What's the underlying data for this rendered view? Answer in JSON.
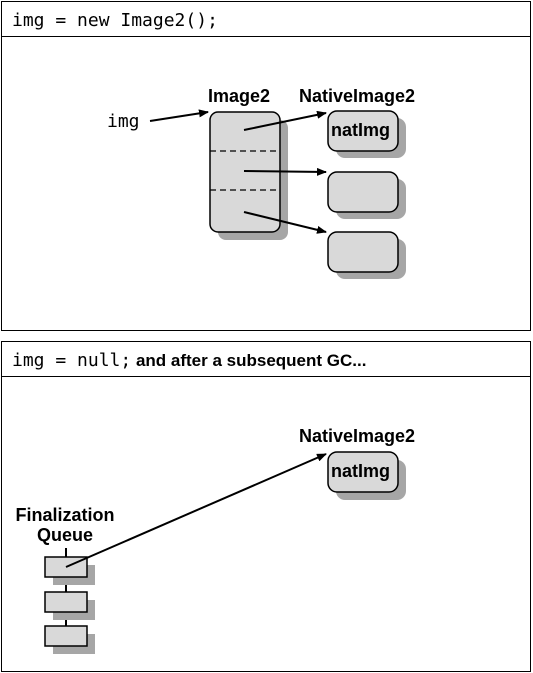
{
  "top_panel": {
    "header_code": "img = new Image2();",
    "img_label": "img",
    "image2_label": "Image2",
    "native_label": "NativeImage2",
    "natimg_label": "natImg"
  },
  "bottom_panel": {
    "header_code": "img = null;",
    "header_text": " and after a subsequent GC...",
    "native_label": "NativeImage2",
    "natimg_label": "natImg",
    "finalization_line1": "Finalization",
    "finalization_line2": "Queue"
  },
  "colors": {
    "box_fill": "#d9d9d9",
    "shadow": "#a6a6a6",
    "stroke": "#000000"
  }
}
